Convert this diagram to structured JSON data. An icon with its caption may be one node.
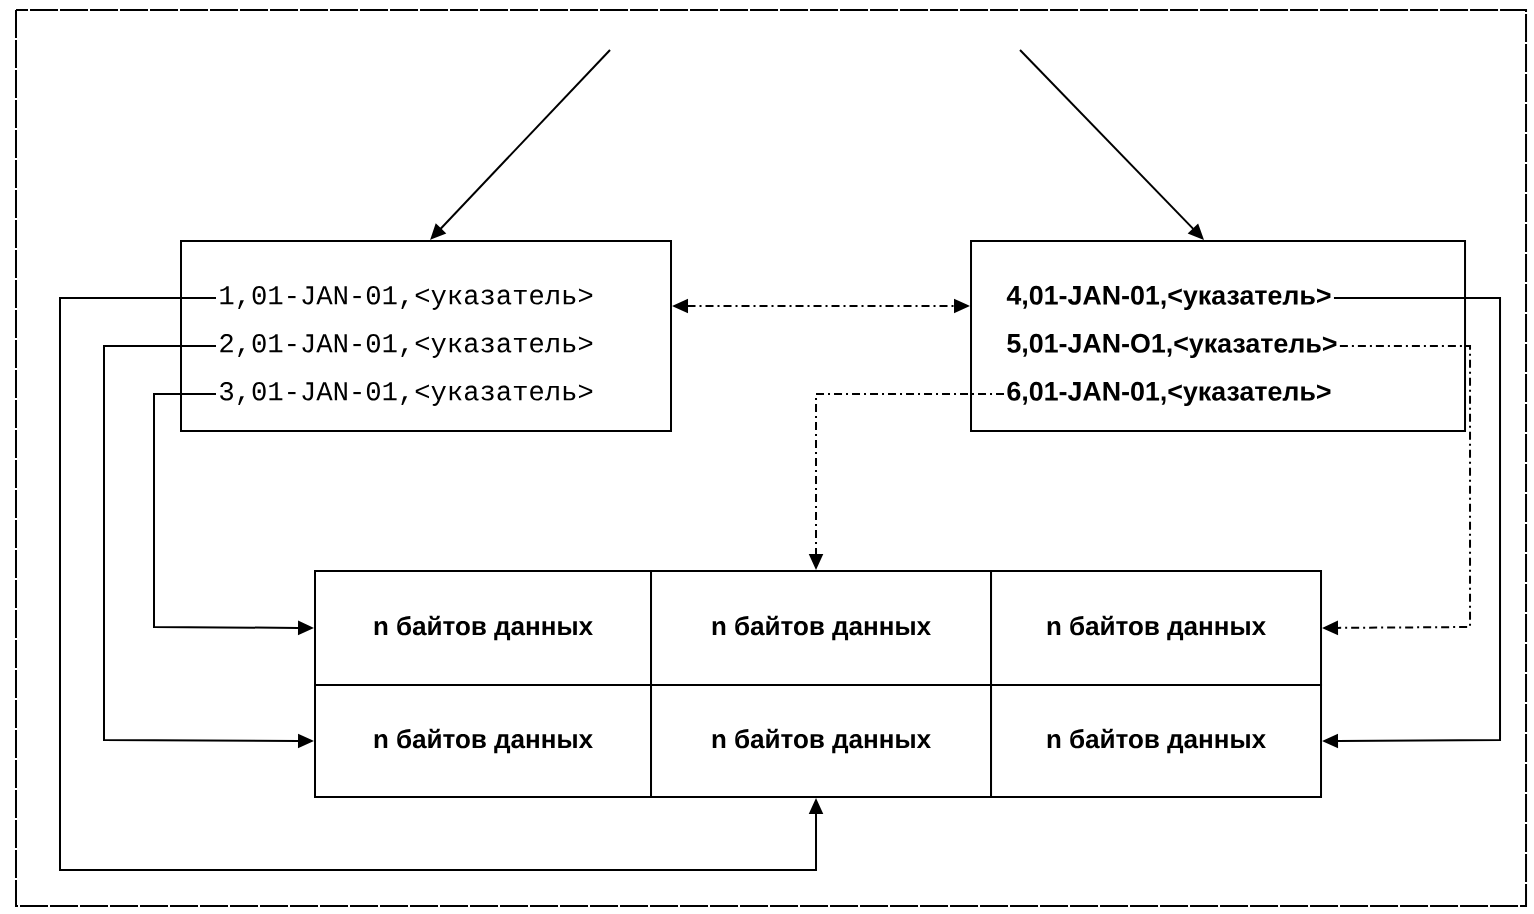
{
  "diagram": {
    "nodes": [
      {
        "text": [],
        "shape": "box"
      },
      {
        "text": [
          "1,01-JAN-01,<указатель>"
        ],
        "in": 0
      },
      {
        "text": [
          "2,01-JAN-01,<указатель>"
        ],
        "in": 0
      },
      {
        "text": [
          "3,01-JAN-01,<указатель>"
        ],
        "in": 0
      },
      {
        "text": [],
        "shape": "box"
      },
      {
        "text": [
          "4,01-JAN-01,<указатель>"
        ],
        "in": 4
      },
      {
        "text": [
          "5,01-JAN-O1,<указатель>"
        ],
        "in": 4
      },
      {
        "text": [
          "6,01-JAN-01,<указатель>"
        ],
        "in": 4
      },
      {
        "text": [
          "n байтов данных"
        ]
      },
      {
        "text": [
          "n байтов данных"
        ]
      },
      {
        "text": [
          "n байтов данных"
        ]
      },
      {
        "text": [
          "n байтов данных"
        ]
      },
      {
        "text": [
          "n байтов данных"
        ]
      },
      {
        "text": [
          "n байтов данных"
        ]
      }
    ],
    "edges": [
      {
        "from": null,
        "to": 0,
        "arrow": "to"
      },
      {
        "from": null,
        "to": 4,
        "arrow": "to"
      },
      {
        "from": 0,
        "to": 4,
        "arrow": "both",
        "style": "dashed"
      },
      {
        "from": 1,
        "to": 12,
        "arrow": "to"
      },
      {
        "from": 2,
        "to": 11,
        "arrow": "to"
      },
      {
        "from": 3,
        "to": 8,
        "arrow": "to"
      },
      {
        "from": 5,
        "to": 13,
        "arrow": "to"
      },
      {
        "from": 6,
        "to": 10,
        "arrow": "to",
        "style": "dashed"
      },
      {
        "from": 7,
        "to": 9,
        "arrow": "to",
        "style": "dashed"
      }
    ]
  }
}
